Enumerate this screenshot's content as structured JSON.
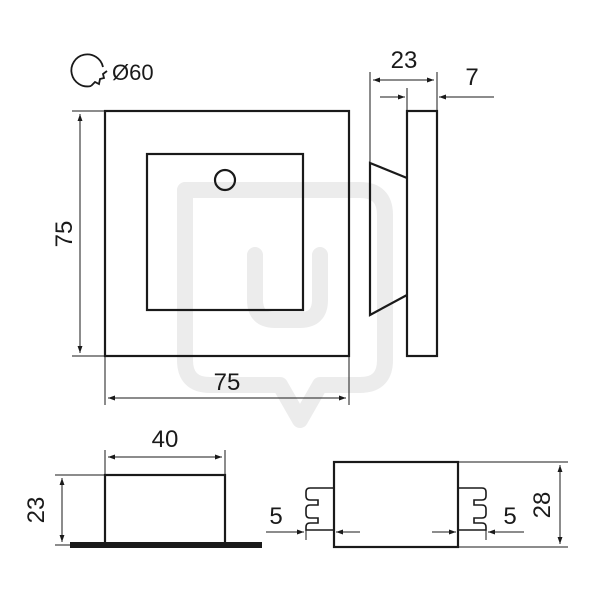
{
  "drawing": {
    "hole_diameter_label": "Ø60",
    "front_view": {
      "height_label": "75",
      "width_label": "75"
    },
    "side_view": {
      "depth_label": "23",
      "plate_thickness_label": "7"
    },
    "bottom_left_view": {
      "width_label": "40",
      "height_label": "23"
    },
    "bottom_right_view": {
      "left_offset_label": "5",
      "right_offset_label": "5",
      "height_label": "28"
    }
  },
  "colors": {
    "line": "#1a1a1a",
    "watermark": "#ececec"
  },
  "icons": [
    "hole-drill-icon"
  ]
}
